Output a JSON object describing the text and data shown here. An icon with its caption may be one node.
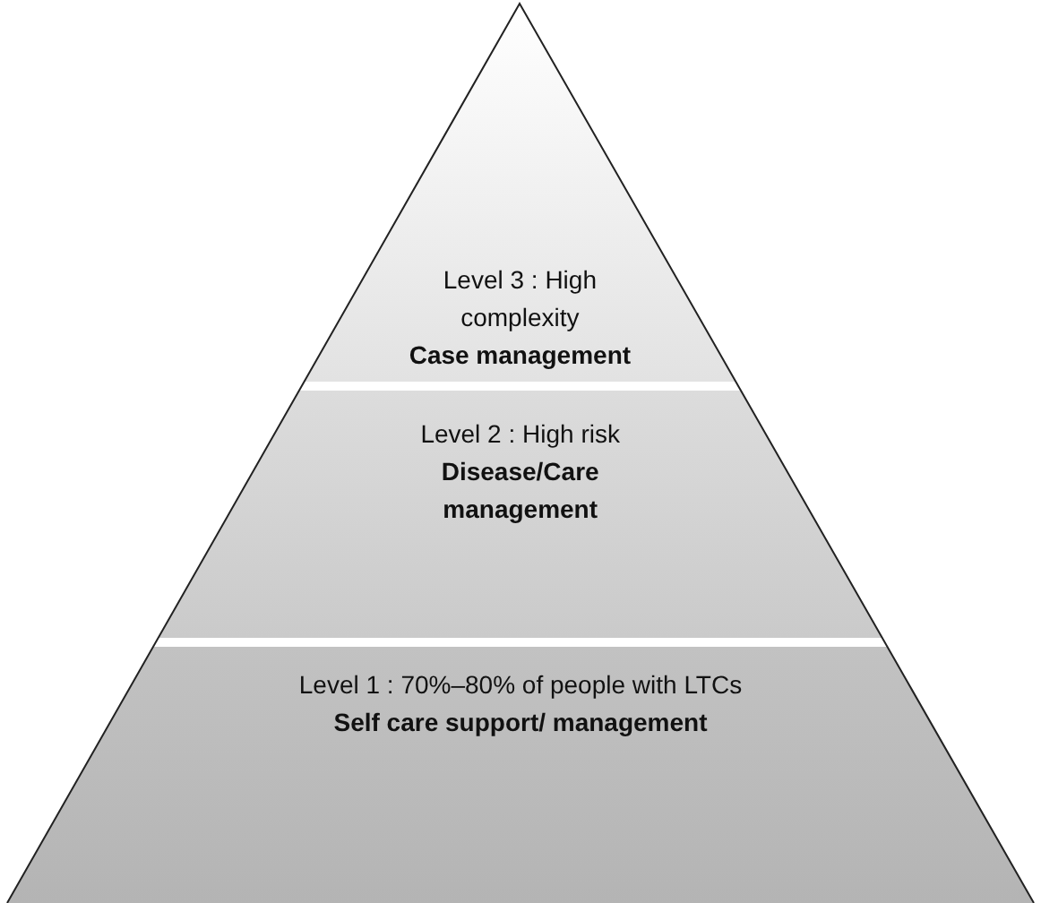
{
  "diagram": {
    "nodes": [
      {
        "text": [
          "Level 3 : High complexity",
          "Case management"
        ]
      },
      {
        "text": [
          "Level 2 : High risk",
          "Disease/Care management"
        ]
      },
      {
        "text": [
          "Level 1 : 70%–80% of people with LTCs",
          "Self care support/ management"
        ]
      }
    ]
  }
}
